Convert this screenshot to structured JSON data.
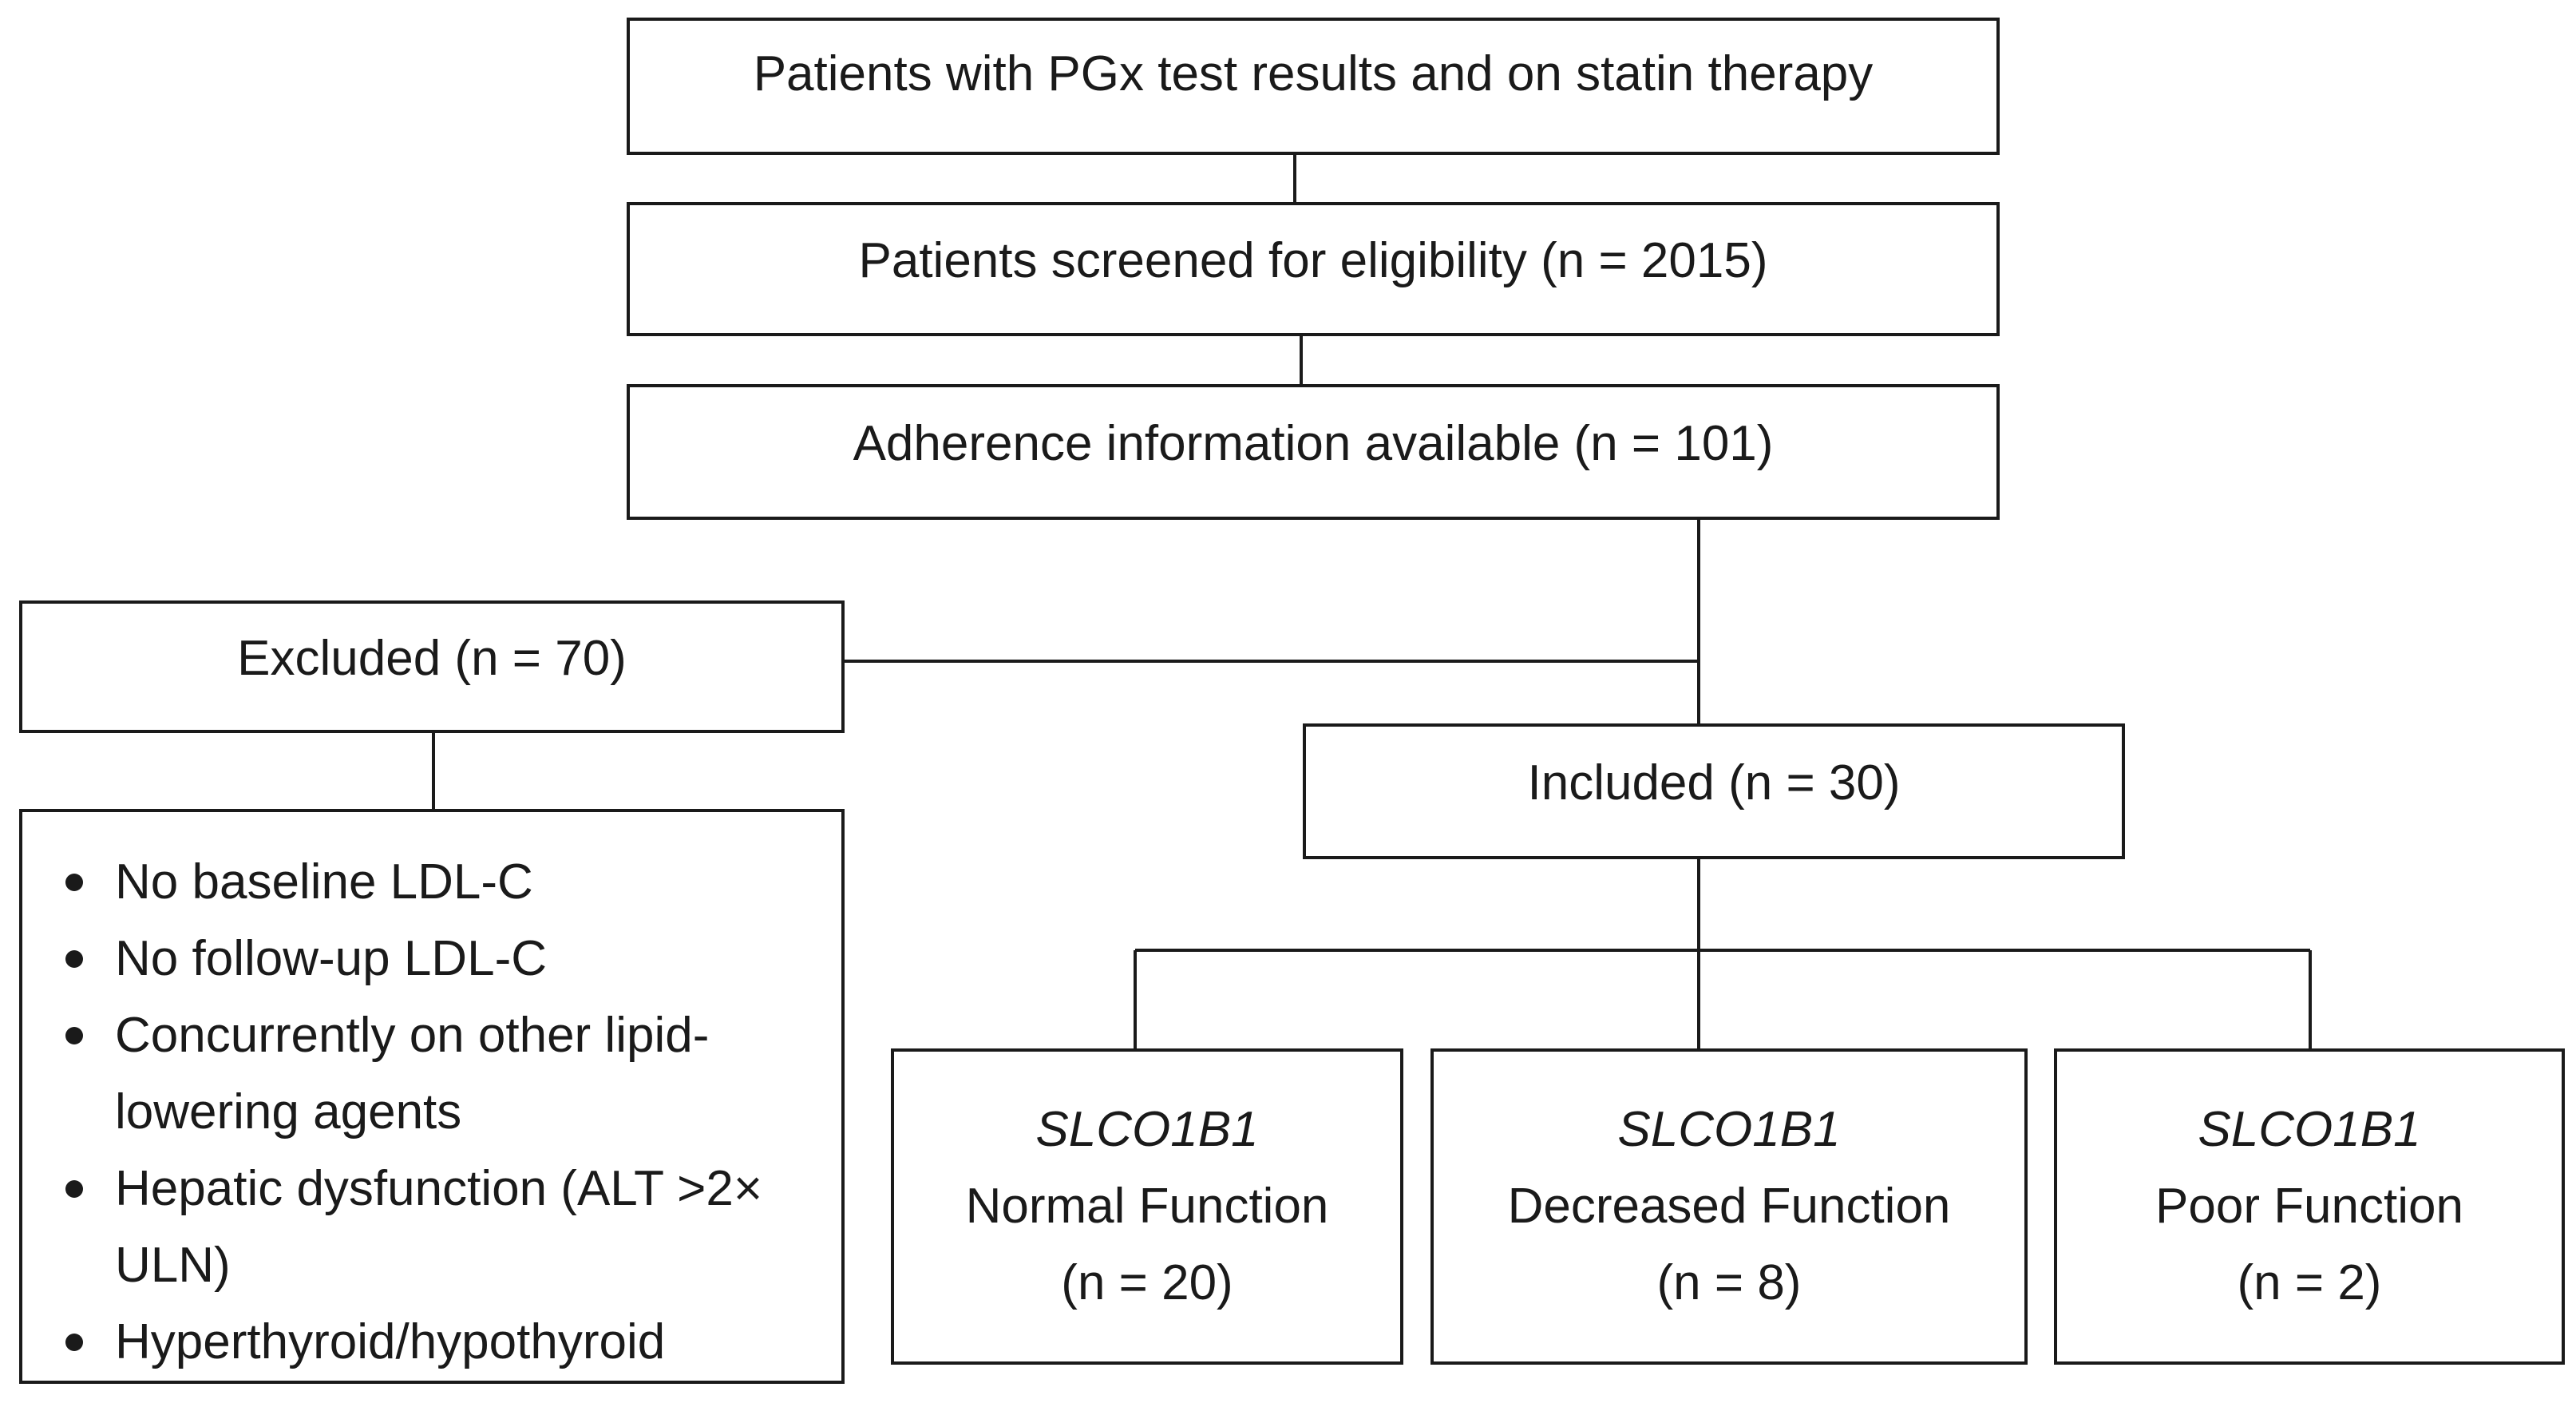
{
  "flowchart": {
    "top_box": "Patients with PGx test results and on statin therapy",
    "screened_box": "Patients screened for eligibility (n = 2015)",
    "adherence_box": "Adherence information available (n = 101)",
    "excluded_box": "Excluded (n = 70)",
    "included_box": "Included (n = 30)",
    "exclusion_reasons": [
      "No baseline LDL-C",
      "No follow-up LDL-C",
      "Concurrently on other lipid-lowering agents",
      "Hepatic dysfunction (ALT >2× ULN)",
      "Hyperthyroid/hypothyroid"
    ],
    "groups": [
      {
        "gene": "SLCO1B1",
        "label": "Normal Function",
        "count": "(n = 20)"
      },
      {
        "gene": "SLCO1B1",
        "label": "Decreased Function",
        "count": "(n = 8)"
      },
      {
        "gene": "SLCO1B1",
        "label": "Poor Function",
        "count": "(n = 2)"
      }
    ]
  }
}
